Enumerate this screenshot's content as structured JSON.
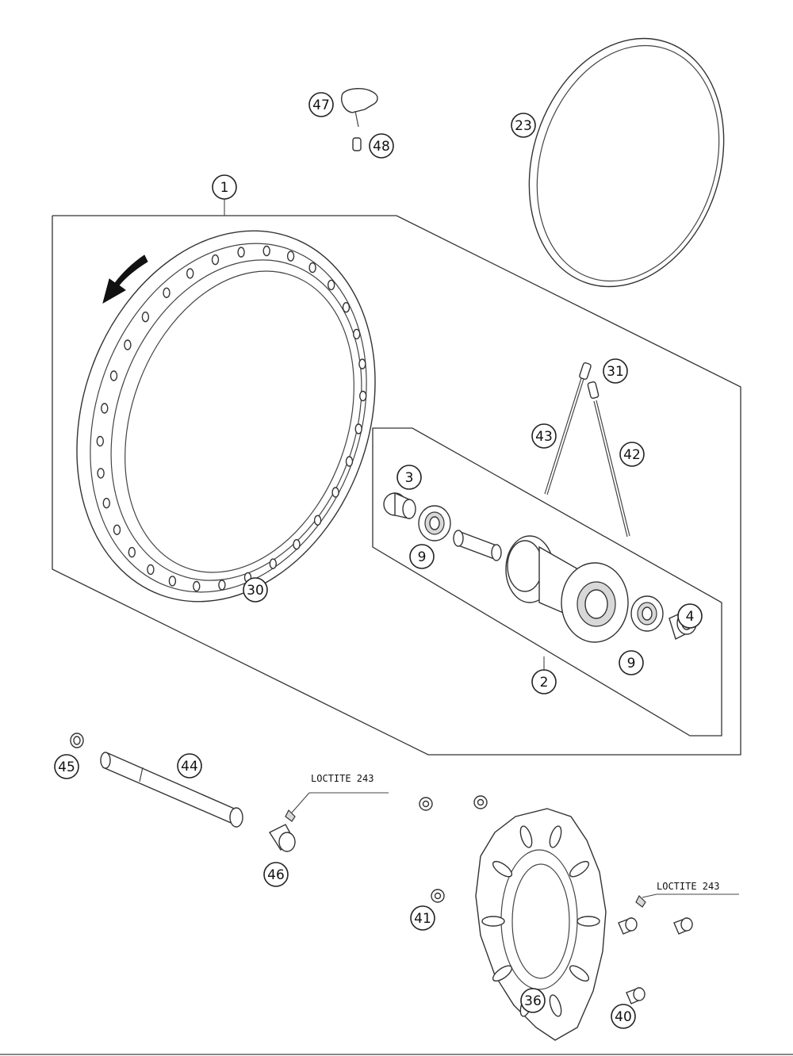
{
  "callouts": [
    {
      "id": "1",
      "label": "1"
    },
    {
      "id": "2",
      "label": "2"
    },
    {
      "id": "3",
      "label": "3"
    },
    {
      "id": "4",
      "label": "4"
    },
    {
      "id": "9a",
      "label": "9"
    },
    {
      "id": "9b",
      "label": "9"
    },
    {
      "id": "23",
      "label": "23"
    },
    {
      "id": "30",
      "label": "30"
    },
    {
      "id": "31",
      "label": "31"
    },
    {
      "id": "36",
      "label": "36"
    },
    {
      "id": "40",
      "label": "40"
    },
    {
      "id": "41",
      "label": "41"
    },
    {
      "id": "42",
      "label": "42"
    },
    {
      "id": "43",
      "label": "43"
    },
    {
      "id": "44",
      "label": "44"
    },
    {
      "id": "45",
      "label": "45"
    },
    {
      "id": "46",
      "label": "46"
    },
    {
      "id": "47",
      "label": "47"
    },
    {
      "id": "48",
      "label": "48"
    }
  ],
  "notes": [
    {
      "id": "loctite-1",
      "text": "LOCTITE 243"
    },
    {
      "id": "loctite-2",
      "text": "LOCTITE 243"
    }
  ]
}
